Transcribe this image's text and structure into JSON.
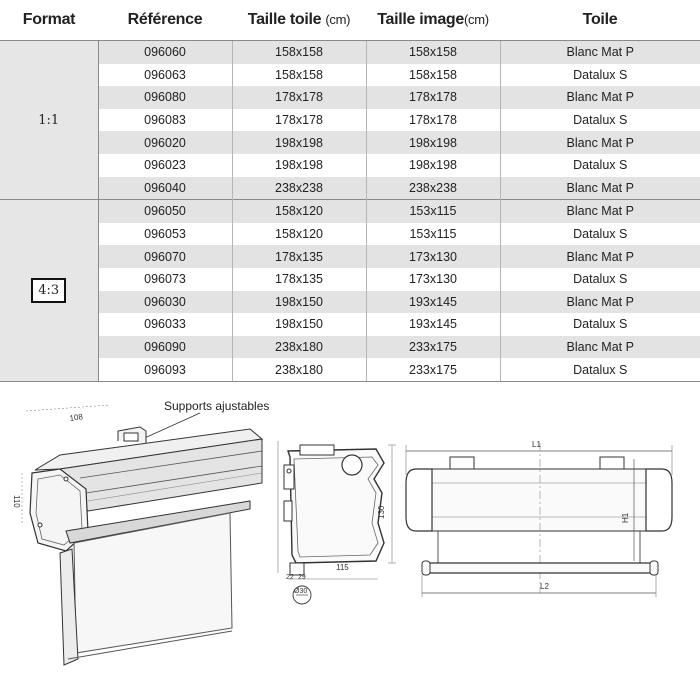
{
  "table": {
    "headers": {
      "format": "Format",
      "reference": "Référence",
      "taille_toile": "Taille toile",
      "taille_toile_unit": "(cm)",
      "taille_image": "Taille image",
      "taille_image_unit": "(cm)",
      "toile": "Toile"
    },
    "groups": [
      {
        "format": "1:1",
        "rows": [
          {
            "ref": "096060",
            "toile_size": "158x158",
            "image_size": "158x158",
            "toile": "Blanc Mat P"
          },
          {
            "ref": "096063",
            "toile_size": "158x158",
            "image_size": "158x158",
            "toile": "Datalux S"
          },
          {
            "ref": "096080",
            "toile_size": "178x178",
            "image_size": "178x178",
            "toile": "Blanc Mat P"
          },
          {
            "ref": "096083",
            "toile_size": "178x178",
            "image_size": "178x178",
            "toile": "Datalux S"
          },
          {
            "ref": "096020",
            "toile_size": "198x198",
            "image_size": "198x198",
            "toile": "Blanc Mat P"
          },
          {
            "ref": "096023",
            "toile_size": "198x198",
            "image_size": "198x198",
            "toile": "Datalux S"
          },
          {
            "ref": "096040",
            "toile_size": "238x238",
            "image_size": "238x238",
            "toile": "Blanc Mat P"
          }
        ]
      },
      {
        "format": "4:3",
        "rows": [
          {
            "ref": "096050",
            "toile_size": "158x120",
            "image_size": "153x115",
            "toile": "Blanc Mat P"
          },
          {
            "ref": "096053",
            "toile_size": "158x120",
            "image_size": "153x115",
            "toile": "Datalux S"
          },
          {
            "ref": "096070",
            "toile_size": "178x135",
            "image_size": "173x130",
            "toile": "Blanc Mat P"
          },
          {
            "ref": "096073",
            "toile_size": "178x135",
            "image_size": "173x130",
            "toile": "Datalux S"
          },
          {
            "ref": "096030",
            "toile_size": "198x150",
            "image_size": "193x145",
            "toile": "Blanc Mat P"
          },
          {
            "ref": "096033",
            "toile_size": "198x150",
            "image_size": "193x145",
            "toile": "Datalux S"
          },
          {
            "ref": "096090",
            "toile_size": "238x180",
            "image_size": "233x175",
            "toile": "Blanc Mat P"
          },
          {
            "ref": "096093",
            "toile_size": "238x180",
            "image_size": "233x175",
            "toile": "Datalux S"
          }
        ]
      }
    ]
  },
  "drawings": {
    "callout": "Supports ajustables",
    "iso_dims": {
      "depth": "108",
      "height": "110"
    },
    "section_dims": {
      "height": "130",
      "width": "115",
      "offset_a": "22",
      "offset_b": "29",
      "diameter": "Ø30"
    },
    "front_dims": {
      "l1": "L1",
      "l2": "L2",
      "h1": "H1"
    }
  }
}
